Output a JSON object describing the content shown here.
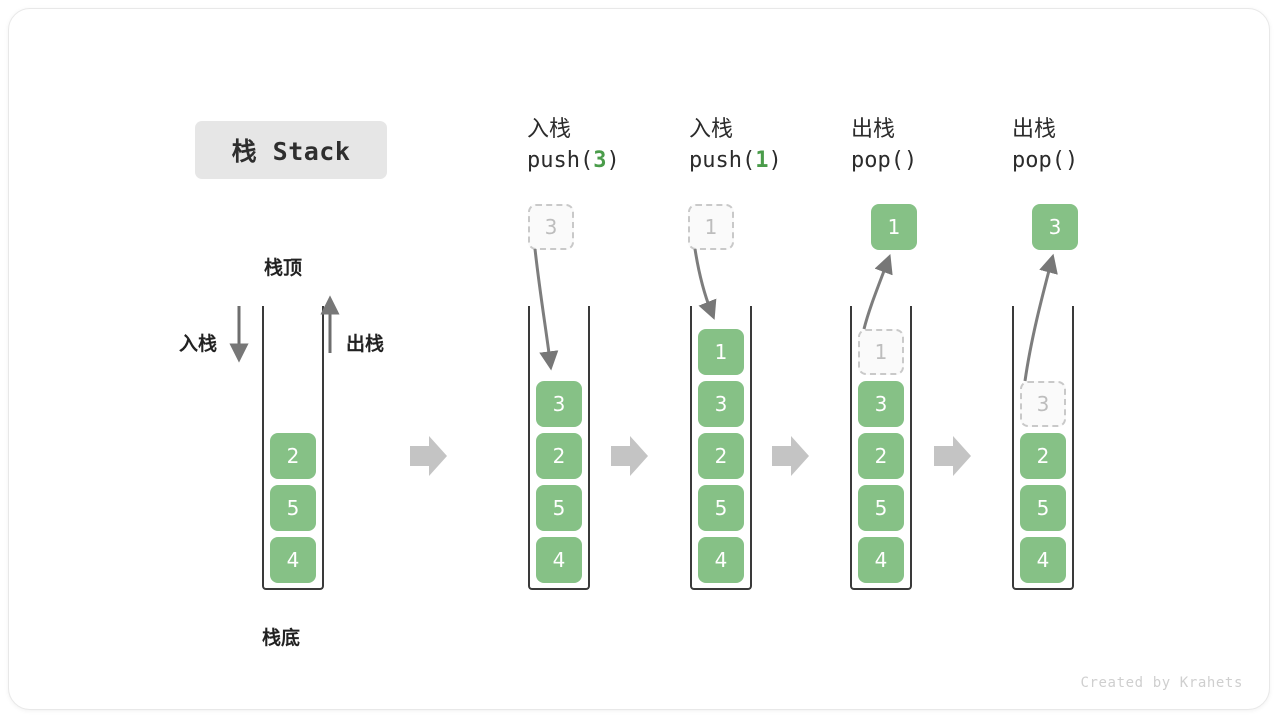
{
  "title": {
    "badge_label": "栈 Stack"
  },
  "legend": {
    "top_label": "栈顶",
    "bottom_label": "栈底",
    "push_label": "入栈",
    "pop_label": "出栈"
  },
  "watermark": "Created by Krahets",
  "colors": {
    "cell_green": "#86c186",
    "ghost_border": "#c9c9c9",
    "ghost_text": "#bdbdbd",
    "stack_wall": "#3a3a3a",
    "arrow_gray": "#777777",
    "step_arrow_gray": "#c4c4c4",
    "badge_bg": "#e6e6e6",
    "code_green": "#4a9c4a"
  },
  "steps": [
    {
      "id": "initial",
      "heading_cn": "",
      "heading_code": "",
      "cells": [
        "2",
        "5",
        "4"
      ],
      "ghost_top": null,
      "result": null
    },
    {
      "id": "push-3",
      "heading_cn": "入栈",
      "heading_code_prefix": "push(",
      "heading_code_arg": "3",
      "heading_code_suffix": ")",
      "incoming_value": "3",
      "cells": [
        "3",
        "2",
        "5",
        "4"
      ],
      "result": null
    },
    {
      "id": "push-1",
      "heading_cn": "入栈",
      "heading_code_prefix": "push(",
      "heading_code_arg": "1",
      "heading_code_suffix": ")",
      "incoming_value": "1",
      "cells": [
        "1",
        "3",
        "2",
        "5",
        "4"
      ],
      "result": null
    },
    {
      "id": "pop-1",
      "heading_cn": "出栈",
      "heading_code_prefix": "pop(",
      "heading_code_arg": "",
      "heading_code_suffix": ")",
      "removed_value": "1",
      "cells": [
        "3",
        "2",
        "5",
        "4"
      ],
      "result": "1"
    },
    {
      "id": "pop-2",
      "heading_cn": "出栈",
      "heading_code_prefix": "pop(",
      "heading_code_arg": "",
      "heading_code_suffix": ")",
      "removed_value": "3",
      "cells": [
        "2",
        "5",
        "4"
      ],
      "result": "3"
    }
  ]
}
